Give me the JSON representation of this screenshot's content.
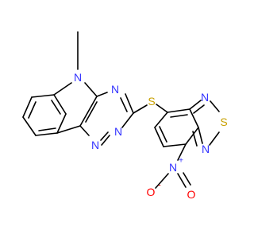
{
  "atoms": {
    "n_methyl": "N",
    "n_triazine_1": "N",
    "n_triazine_2": "N",
    "n_triazine_3": "N",
    "s_thioether": "S",
    "n_thiadiazole_1": "N",
    "s_thiadiazole": "S",
    "n_thiadiazole_2": "N",
    "n_nitro": "N",
    "n_nitro_charge": "+",
    "o_nitro_1": "O",
    "o_nitro_2": "O",
    "o_nitro_charge": "-"
  },
  "colors": {
    "bond": "#000000",
    "nitrogen": "#3333ff",
    "sulfur": "#c8a000",
    "oxygen": "#ff0000"
  }
}
